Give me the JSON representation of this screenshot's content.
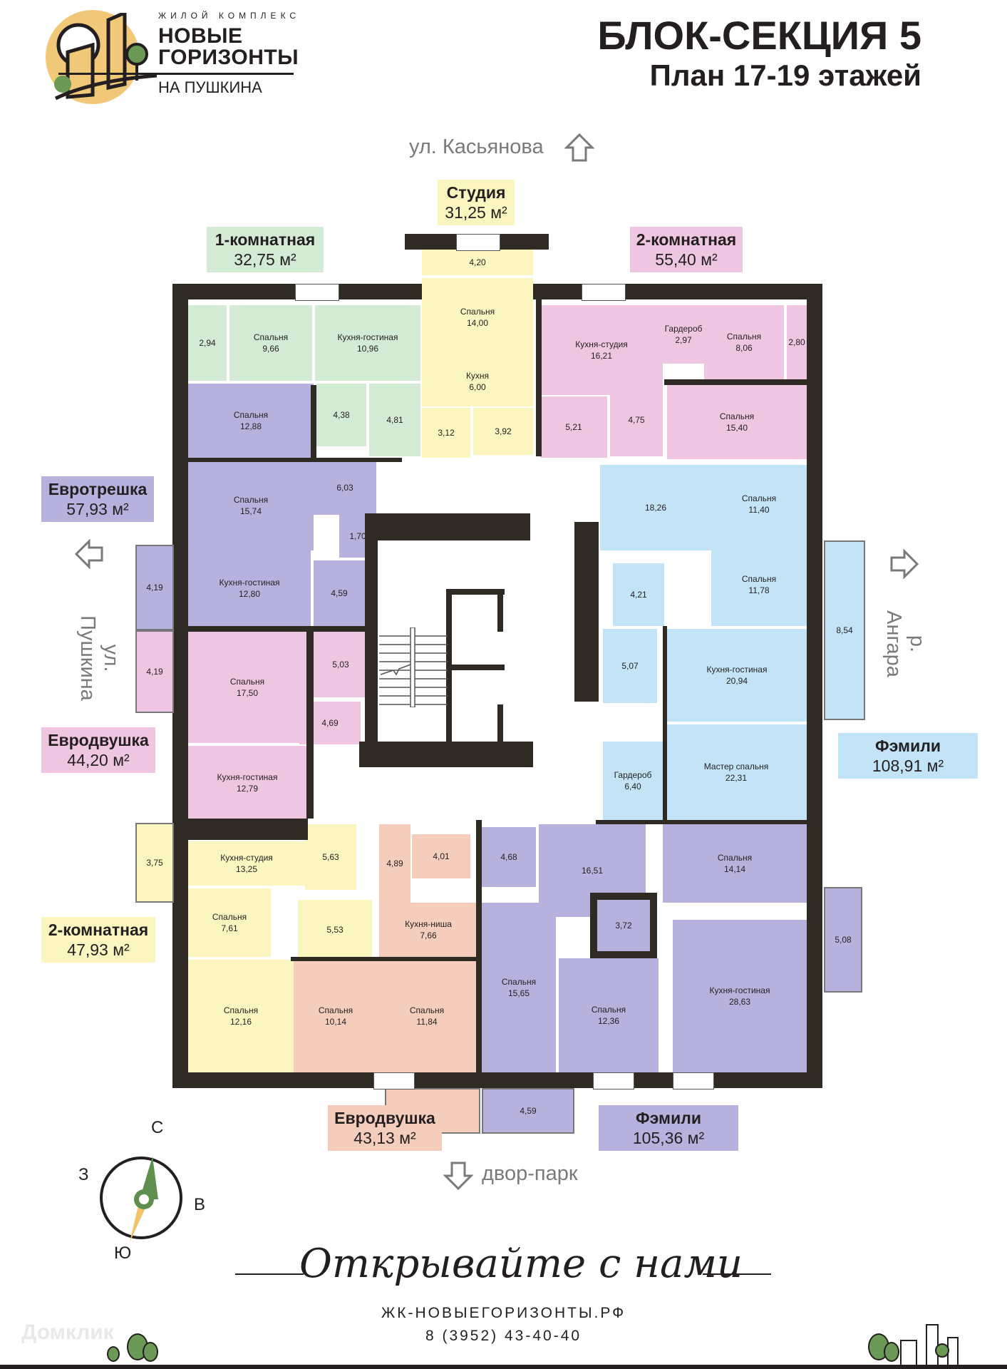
{
  "logo": {
    "subtitle": "ЖИЛОЙ КОМПЛЕКС",
    "title_line1": "НОВЫЕ",
    "title_line2": "ГОРИЗОНТЫ",
    "place": "НА ПУШКИНА"
  },
  "header": {
    "title": "БЛОК-СЕКЦИЯ 5",
    "subtitle": "План 17-19 этажей"
  },
  "streets": {
    "north": "ул. Касьянова",
    "west": "ул. Пушкина",
    "east": "р. Ангара",
    "south": "двор-парк"
  },
  "compass": {
    "north": "С",
    "south": "Ю",
    "west": "З",
    "east": "В"
  },
  "colors": {
    "green": "#d3ead4",
    "yellow": "#fbf5bf",
    "pink": "#efc6e1",
    "violet": "#b7b2dd",
    "blue": "#c3e3f7",
    "peach": "#f4cdbd",
    "wall": "#2f2a24",
    "logo_sun": "#f1c878",
    "logo_tree": "#6a9a55"
  },
  "apartments": [
    {
      "type": "1-комнатная",
      "area": "32,75 м²",
      "color": "green",
      "rooms": [
        {
          "name": "",
          "area": "2,94"
        },
        {
          "name": "Спальня",
          "area": "9,66"
        },
        {
          "name": "Кухня-гостиная",
          "area": "10,96"
        },
        {
          "name": "",
          "area": "4,38"
        },
        {
          "name": "",
          "area": "4,81"
        }
      ]
    },
    {
      "type": "Студия",
      "area": "31,25 м²",
      "color": "yellow",
      "rooms": [
        {
          "name": "",
          "area": "4,20"
        },
        {
          "name": "Спальня",
          "area": "14,00"
        },
        {
          "name": "Кухня",
          "area": "6,00"
        },
        {
          "name": "",
          "area": "3,92"
        },
        {
          "name": "",
          "area": "3,12"
        }
      ]
    },
    {
      "type": "2-комнатная",
      "area": "55,40 м²",
      "color": "pink",
      "rooms": [
        {
          "name": "Кухня-студия",
          "area": "16,21"
        },
        {
          "name": "Гардероб",
          "area": "2,97"
        },
        {
          "name": "Спальня",
          "area": "8,06"
        },
        {
          "name": "",
          "area": "2,80"
        },
        {
          "name": "Спальня",
          "area": "15,40"
        },
        {
          "name": "",
          "area": "4,75"
        },
        {
          "name": "",
          "area": "5,21"
        }
      ]
    },
    {
      "type": "Евротрешка",
      "area": "57,93 м²",
      "color": "violet",
      "rooms": [
        {
          "name": "Спальня",
          "area": "12,88"
        },
        {
          "name": "Спальня",
          "area": "15,74"
        },
        {
          "name": "",
          "area": "6,03"
        },
        {
          "name": "",
          "area": "1,70"
        },
        {
          "name": "Кухня-гостиная",
          "area": "12,80"
        },
        {
          "name": "",
          "area": "4,59"
        },
        {
          "name": "",
          "area": "4,19"
        }
      ]
    },
    {
      "type": "Евродвушка",
      "area": "44,20 м²",
      "color": "pink",
      "rooms": [
        {
          "name": "",
          "area": "4,19"
        },
        {
          "name": "Спальня",
          "area": "17,50"
        },
        {
          "name": "",
          "area": "5,03"
        },
        {
          "name": "",
          "area": "4,69"
        },
        {
          "name": "Кухня-гостиная",
          "area": "12,79"
        }
      ]
    },
    {
      "type": "Фэмили",
      "area": "108,91 м²",
      "color": "blue",
      "rooms": [
        {
          "name": "",
          "area": "18,26"
        },
        {
          "name": "Спальня",
          "area": "11,40"
        },
        {
          "name": "Спальня",
          "area": "11,78"
        },
        {
          "name": "",
          "area": "4,21"
        },
        {
          "name": "",
          "area": "8,54"
        },
        {
          "name": "",
          "area": "5,07"
        },
        {
          "name": "Кухня-гостиная",
          "area": "20,94"
        },
        {
          "name": "Гардероб",
          "area": "6,40"
        },
        {
          "name": "Мастер спальня",
          "area": "22,31"
        }
      ]
    },
    {
      "type": "2-комнатная",
      "area": "47,93 м²",
      "color": "yellow",
      "rooms": [
        {
          "name": "",
          "area": "3,75"
        },
        {
          "name": "Кухня-студия",
          "area": "13,25"
        },
        {
          "name": "",
          "area": "5,63"
        },
        {
          "name": "Спальня",
          "area": "7,61"
        },
        {
          "name": "",
          "area": "5,53"
        },
        {
          "name": "Спальня",
          "area": "12,16"
        }
      ]
    },
    {
      "type": "Евродвушка",
      "area": "43,13 м²",
      "color": "peach",
      "rooms": [
        {
          "name": "",
          "area": "4,01"
        },
        {
          "name": "",
          "area": "4,89"
        },
        {
          "name": "Кухня-ниша",
          "area": "7,66"
        },
        {
          "name": "Спальня",
          "area": "10,14"
        },
        {
          "name": "Спальня",
          "area": "11,84"
        },
        {
          "name": "",
          "area": "4,59"
        }
      ]
    },
    {
      "type": "Фэмили",
      "area": "105,36 м²",
      "color": "violet",
      "rooms": [
        {
          "name": "",
          "area": "4,68"
        },
        {
          "name": "",
          "area": "16,51"
        },
        {
          "name": "Спальня",
          "area": "14,14"
        },
        {
          "name": "",
          "area": "3,72"
        },
        {
          "name": "",
          "area": "5,08"
        },
        {
          "name": "Кухня-гостиная",
          "area": "28,63"
        },
        {
          "name": "Спальня",
          "area": "15,65"
        },
        {
          "name": "Спальня",
          "area": "12,36"
        },
        {
          "name": "",
          "area": "4,59"
        }
      ]
    }
  ],
  "footer": {
    "slogan": "Открывайте с нами",
    "website": "ЖК-НОВЫЕГОРИЗОНТЫ.РФ",
    "phone": "8 (3952) 43-40-40",
    "watermark": "Домклик"
  }
}
